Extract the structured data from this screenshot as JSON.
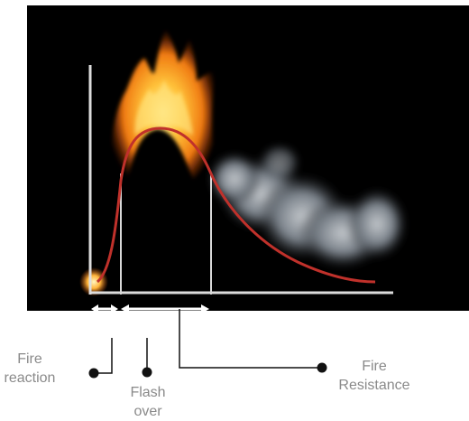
{
  "labels": {
    "fire_reaction": [
      "Fire",
      "reaction"
    ],
    "flash_over": [
      "Flash",
      "over"
    ],
    "fire_resistance": [
      "Fire",
      "Resistance"
    ]
  },
  "colors": {
    "background": "#000000",
    "curve": "#c0312b",
    "axis": "#dcdcdc",
    "arrow": "#ffffff",
    "connector": "#111111",
    "label_text": "#8a8a8a",
    "flame_core": "#ffd24a",
    "flame_edge": "#e85a0c",
    "smoke": "#c9ced6"
  },
  "icons": {
    "arrows": "double-headed-arrow",
    "markers": "dot-marker"
  }
}
